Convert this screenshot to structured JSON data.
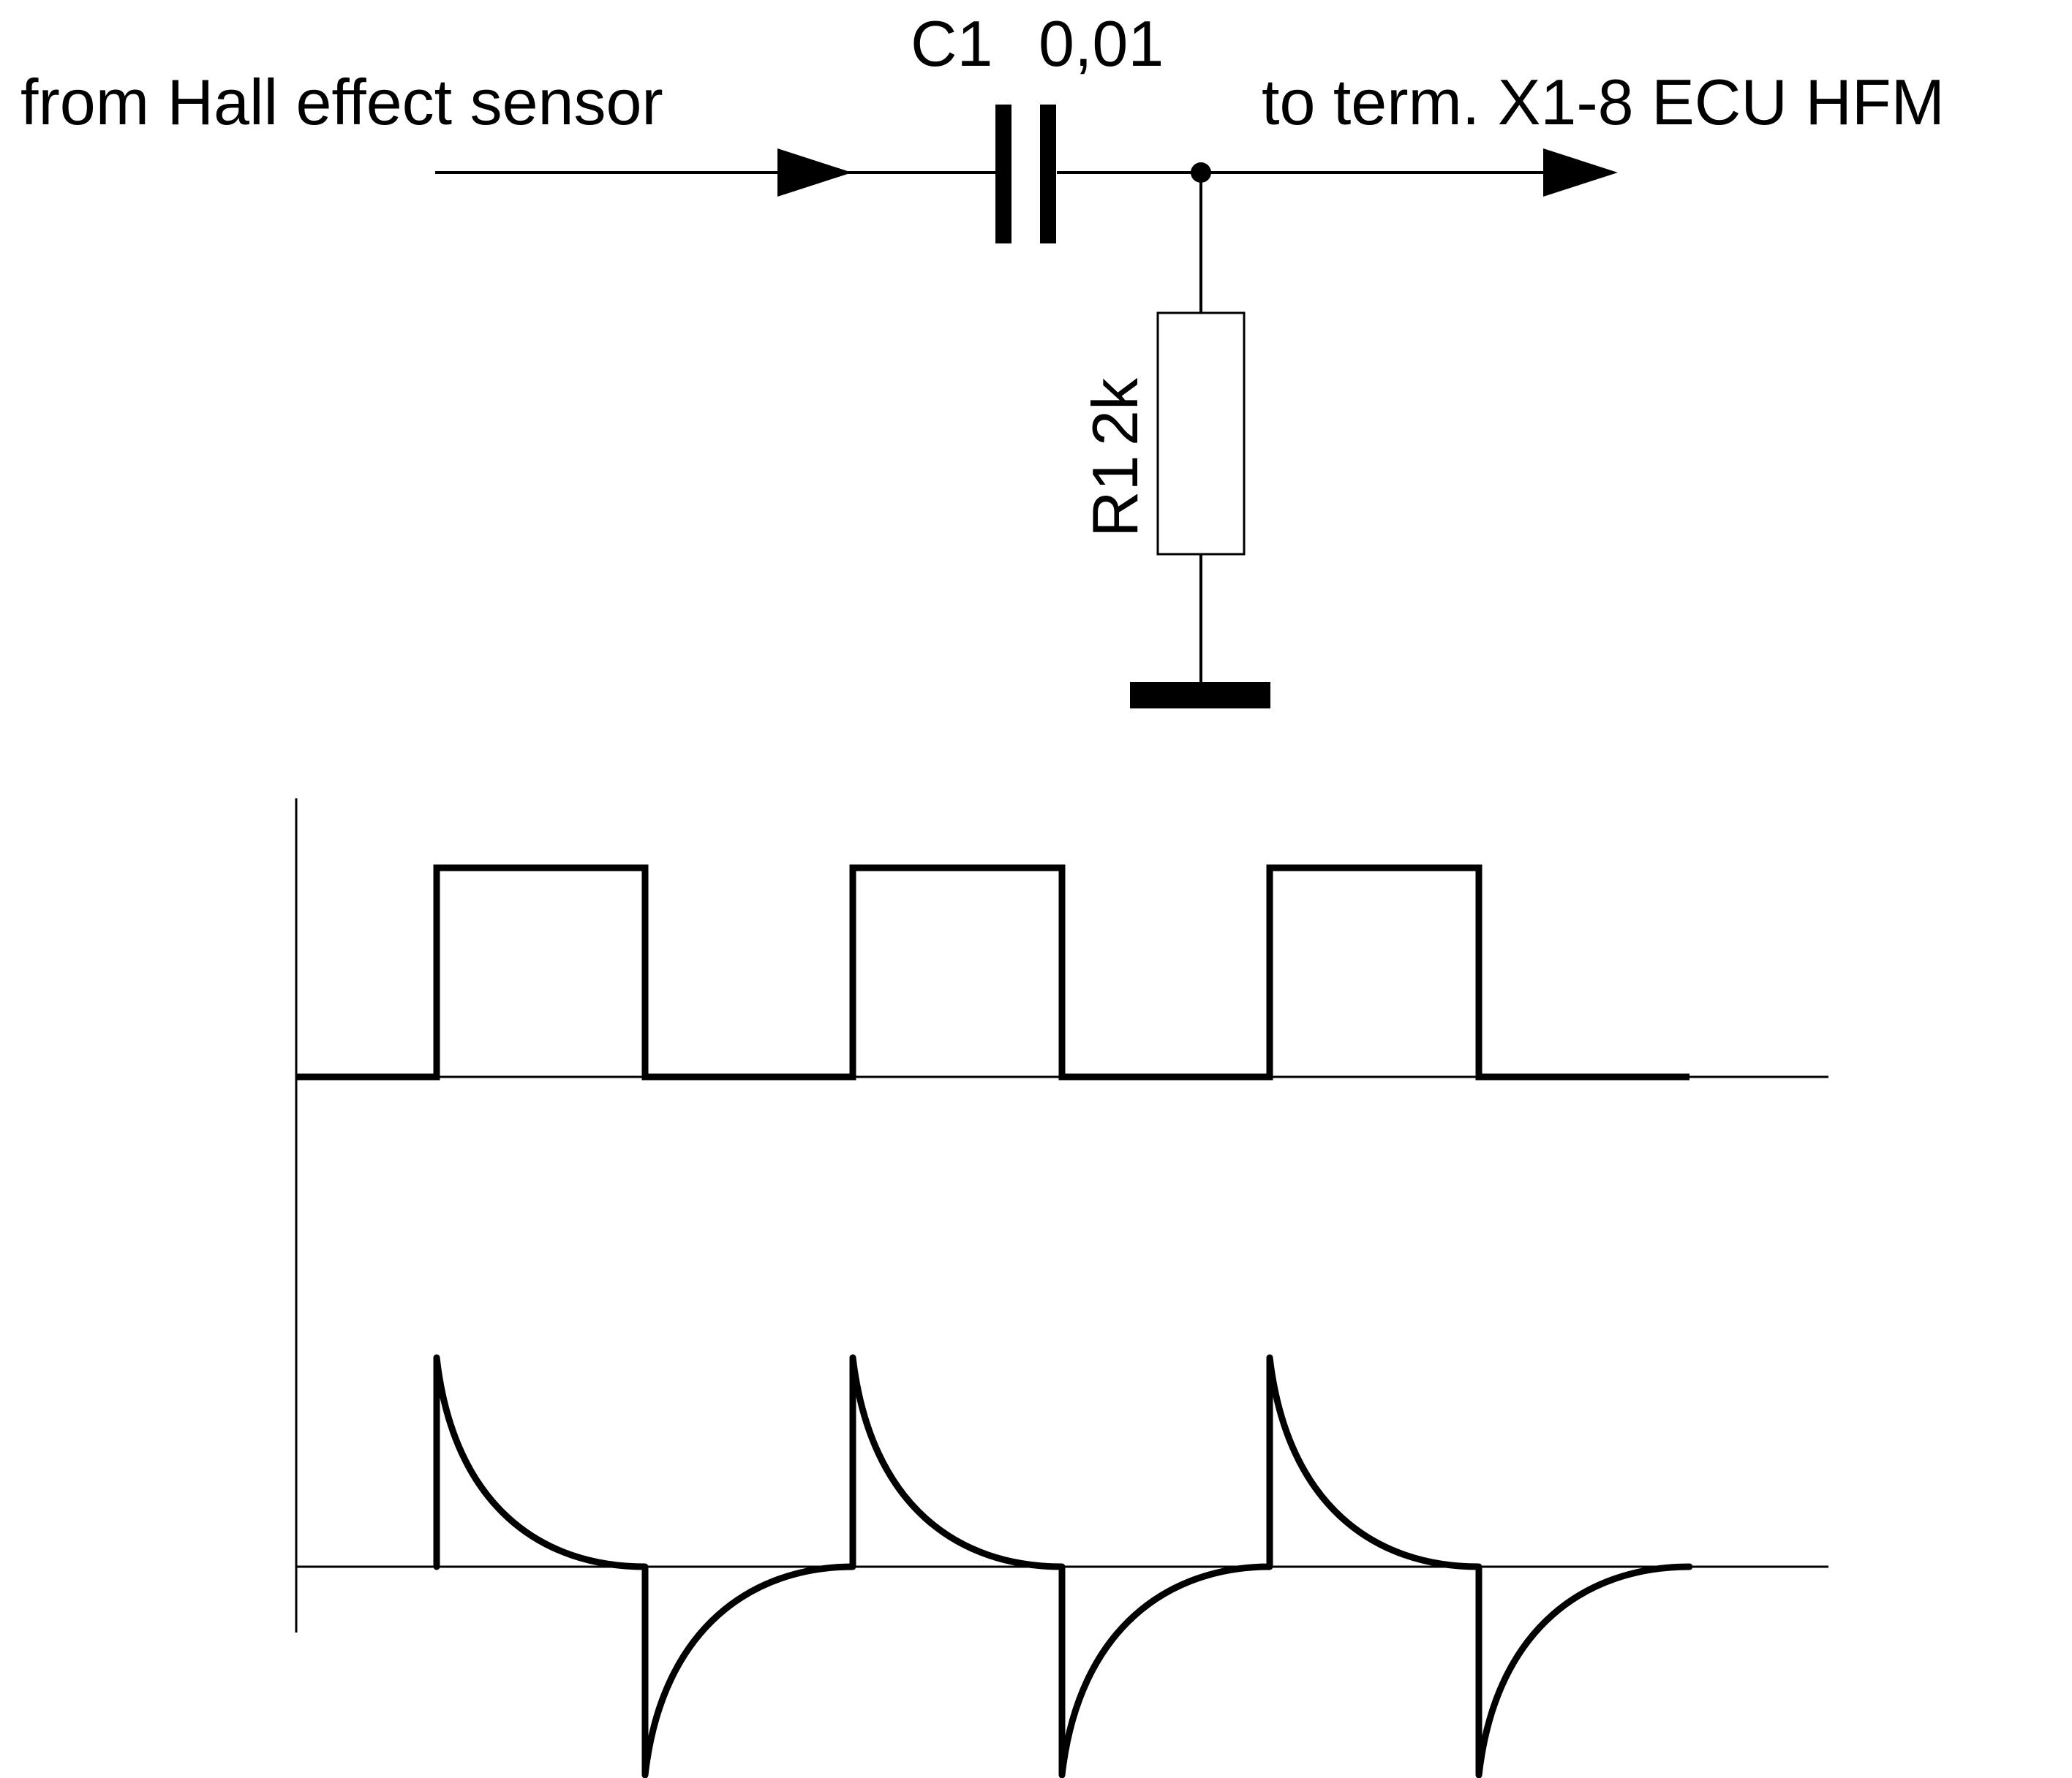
{
  "circuit": {
    "input_label": "from Hall effect sensor",
    "output_label": "to term. X1-8 ECU HFM",
    "capacitor": {
      "name": "C1",
      "value": "0,01"
    },
    "resistor": {
      "name": "R1",
      "value": "2k"
    }
  },
  "colors": {
    "ink": "#000000",
    "background": "#ffffff"
  },
  "waveforms": {
    "input_signal": {
      "shape": "square",
      "levels": [
        "low",
        "high"
      ],
      "periods": 3,
      "duty_cycle": 0.5
    },
    "output_signal": {
      "shape": "differentiated-spikes",
      "positive_spikes": 3,
      "negative_spikes": 3
    }
  }
}
